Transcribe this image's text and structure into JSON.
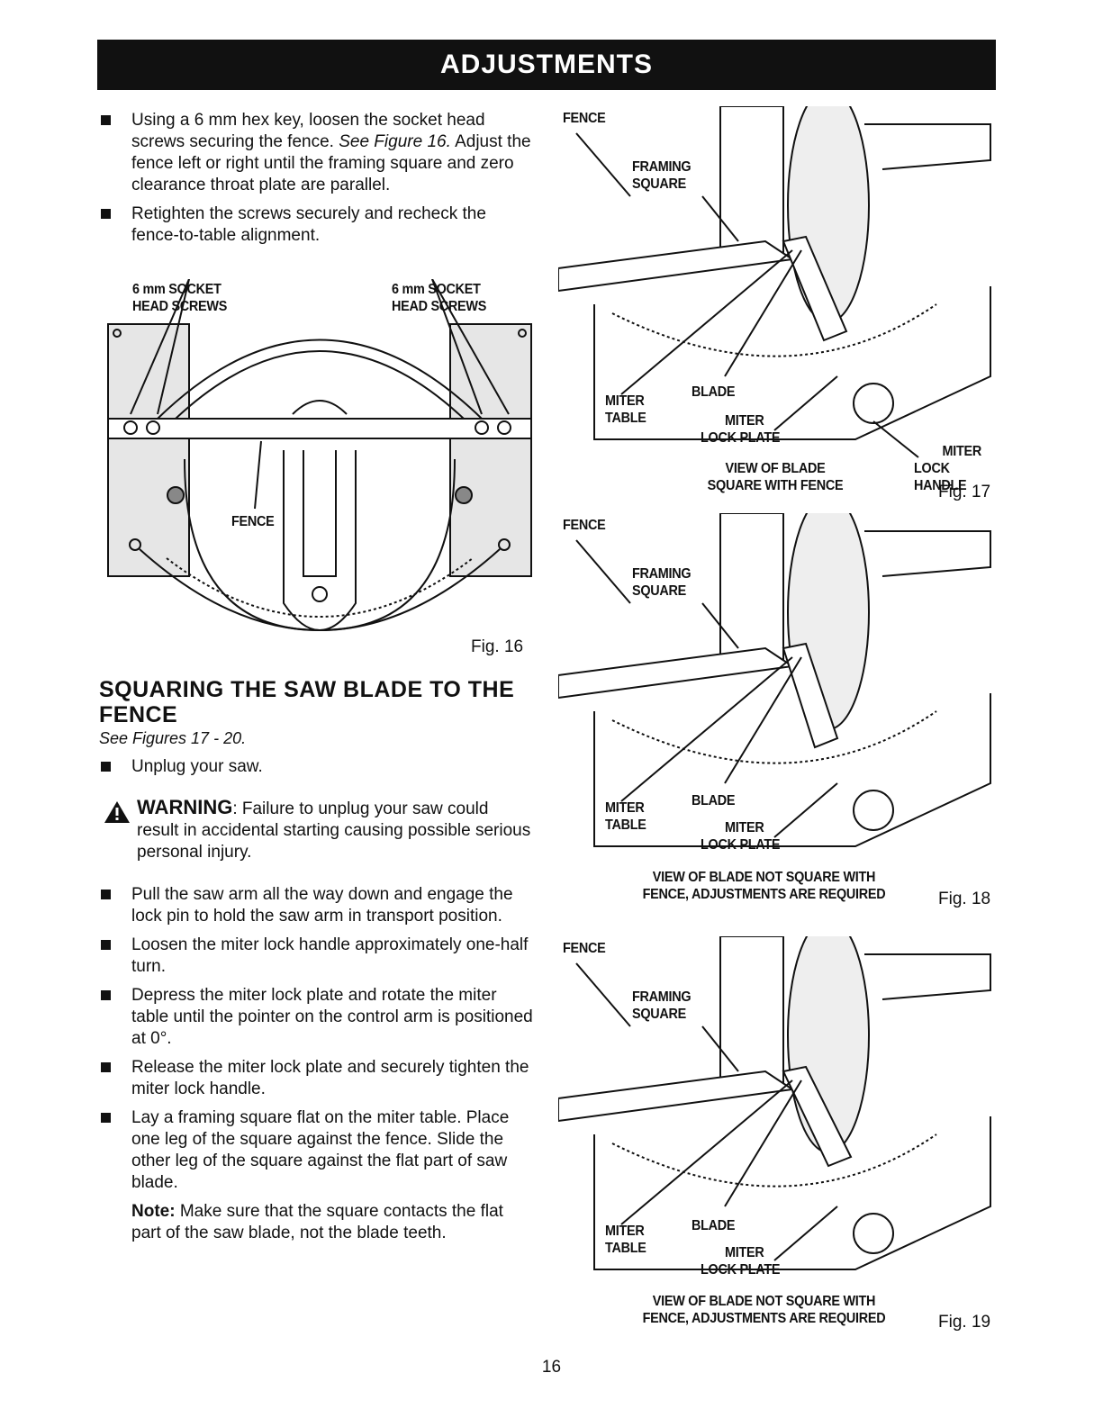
{
  "header": {
    "title": "ADJUSTMENTS"
  },
  "intro_bullets": [
    {
      "text_a": "Using a 6 mm hex key, loosen the socket head screws securing the fence. ",
      "ref": "See Figure 16.",
      "text_b": " Adjust the fence left or right until the framing square and zero clearance throat plate are parallel."
    },
    {
      "text_a": "Retighten the screws securely and recheck the fence-to-table alignment."
    }
  ],
  "fig16": {
    "label": "Fig. 16",
    "callout_left": [
      "6 mm SOCKET",
      "HEAD SCREWS"
    ],
    "callout_right": [
      "6 mm SOCKET",
      "HEAD SCREWS"
    ],
    "callout_fence": "FENCE"
  },
  "section": {
    "title_line1": "SQUARING THE SAW BLADE TO THE",
    "title_line2": "FENCE",
    "see_figures": "See Figures 17 - 20.",
    "first_bullet": "Unplug your saw."
  },
  "warning": {
    "title": "WARNING",
    "body": ": Failure to unplug your saw could result in accidental starting causing possible serious personal injury."
  },
  "steps": [
    "Pull the saw arm all the way down and engage the lock pin to hold the saw arm in transport position.",
    "Loosen the miter lock handle approximately one-half turn.",
    "Depress the miter lock plate and rotate the miter table until the pointer on the control arm is positioned at 0°.",
    "Release the miter lock plate and securely tighten the miter lock handle.",
    "Lay a framing square flat on the miter table. Place one leg of the square against the fence. Slide the other leg of the square against the flat part of saw blade."
  ],
  "note": {
    "label": "Note:",
    "text": " Make sure that the square contacts the flat part of the saw blade, not the blade teeth."
  },
  "figures": [
    {
      "label": "Fig. 17",
      "fence": "FENCE",
      "framing": "FRAMING",
      "square": "SQUARE",
      "miter": "MITER",
      "table": "TABLE",
      "blade": "BLADE",
      "miter_lock": "MITER",
      "lock_plate": "LOCK PLATE",
      "handle_miter": "MITER",
      "handle_lock": "LOCK HANDLE",
      "caption1": "VIEW OF BLADE",
      "caption2": "SQUARE WITH FENCE"
    },
    {
      "label": "Fig. 18",
      "fence": "FENCE",
      "framing": "FRAMING",
      "square": "SQUARE",
      "miter": "MITER",
      "table": "TABLE",
      "blade": "BLADE",
      "miter_lock": "MITER",
      "lock_plate": "LOCK PLATE",
      "caption1": "VIEW OF BLADE NOT SQUARE WITH",
      "caption2": "FENCE, ADJUSTMENTS ARE REQUIRED"
    },
    {
      "label": "Fig. 19",
      "fence": "FENCE",
      "framing": "FRAMING",
      "square": "SQUARE",
      "miter": "MITER",
      "table": "TABLE",
      "blade": "BLADE",
      "miter_lock": "MITER",
      "lock_plate": "LOCK PLATE",
      "caption1": "VIEW OF BLADE NOT SQUARE WITH",
      "caption2": "FENCE, ADJUSTMENTS ARE REQUIRED"
    }
  ],
  "page_number": "16"
}
